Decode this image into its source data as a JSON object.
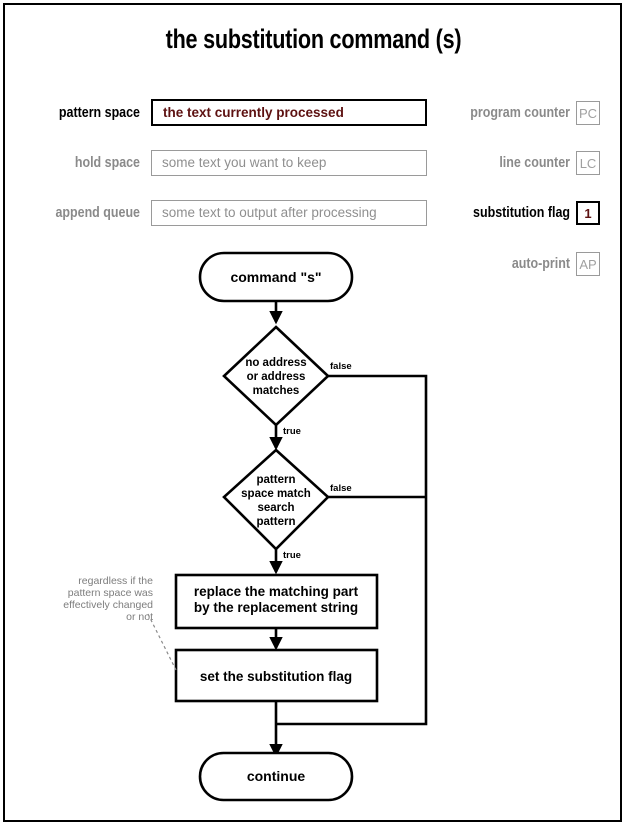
{
  "title": "the substitution command (s)",
  "registers": {
    "left": [
      {
        "label": "pattern space",
        "state": "active",
        "value": "the text currently processed"
      },
      {
        "label": "hold space",
        "state": "dim",
        "value": "some text you want to keep"
      },
      {
        "label": "append queue",
        "state": "dim",
        "value": "some text to output after processing"
      }
    ],
    "right": [
      {
        "label": "program counter",
        "state": "dim",
        "value": "PC"
      },
      {
        "label": "line counter",
        "state": "dim",
        "value": "LC"
      },
      {
        "label": "substitution flag",
        "state": "active",
        "value": "1"
      },
      {
        "label": "auto-print",
        "state": "dim",
        "value": "AP"
      }
    ]
  },
  "flow": {
    "start": "command \"s\"",
    "decision1": {
      "line1": "no address",
      "line2": "or address",
      "line3": "matches"
    },
    "decision2": {
      "line1": "pattern",
      "line2": "space match",
      "line3": "search",
      "line4": "pattern"
    },
    "process1": {
      "line1": "replace the matching part",
      "line2": "by the replacement string"
    },
    "process2": "set the substitution flag",
    "end": "continue",
    "edges": {
      "d1_true": "true",
      "d1_false": "false",
      "d2_true": "true",
      "d2_false": "false"
    },
    "note": {
      "line1": "regardless if the",
      "line2": "pattern space was",
      "line3": "effectively changed",
      "line4": "or not"
    }
  },
  "colors": {
    "accent": "#5d1111",
    "dim": "#8a8a8a",
    "ink": "#000000"
  }
}
